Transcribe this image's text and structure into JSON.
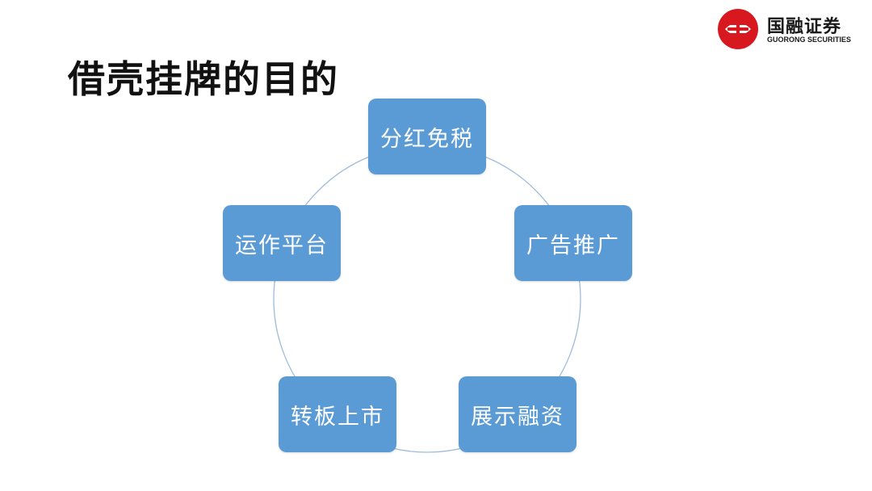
{
  "slide": {
    "title": "借壳挂牌的目的"
  },
  "logo": {
    "name_cn": "国融证券",
    "name_en": "GUORONG SECURITIES",
    "brand_color": "#d7191f"
  },
  "diagram": {
    "type": "cycle",
    "node_color": "#5b9bd5",
    "ring_color": "#9dbcdc",
    "nodes": [
      {
        "label": "分红免税"
      },
      {
        "label": "广告推广"
      },
      {
        "label": "展示融资"
      },
      {
        "label": "转板上市"
      },
      {
        "label": "运作平台"
      }
    ]
  }
}
